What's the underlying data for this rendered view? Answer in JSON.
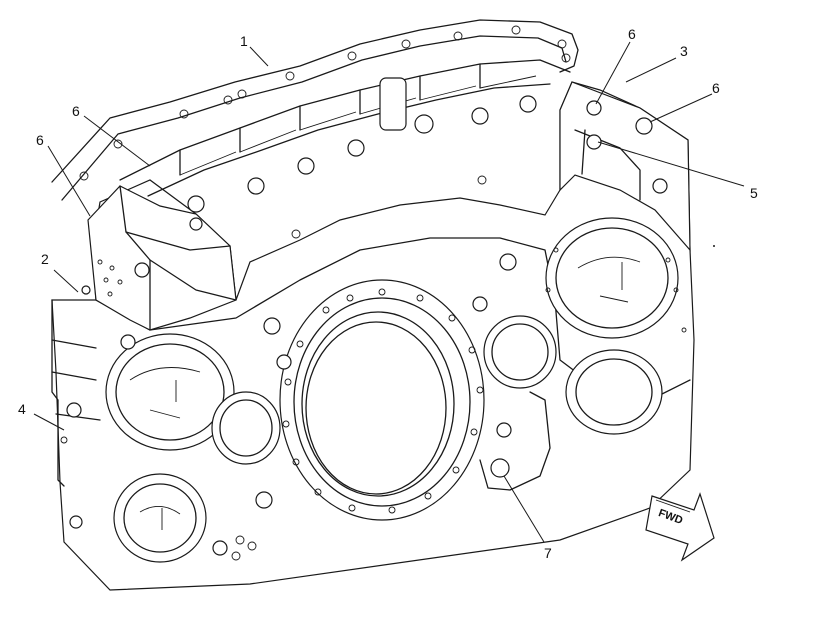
{
  "callouts": {
    "c1": "1",
    "c2": "2",
    "c3": "3",
    "c4": "4",
    "c5": "5",
    "c6a": "6",
    "c6b": "6",
    "c6c": "6",
    "c6d": "6",
    "c7": "7"
  },
  "fwd_label": "FWD"
}
